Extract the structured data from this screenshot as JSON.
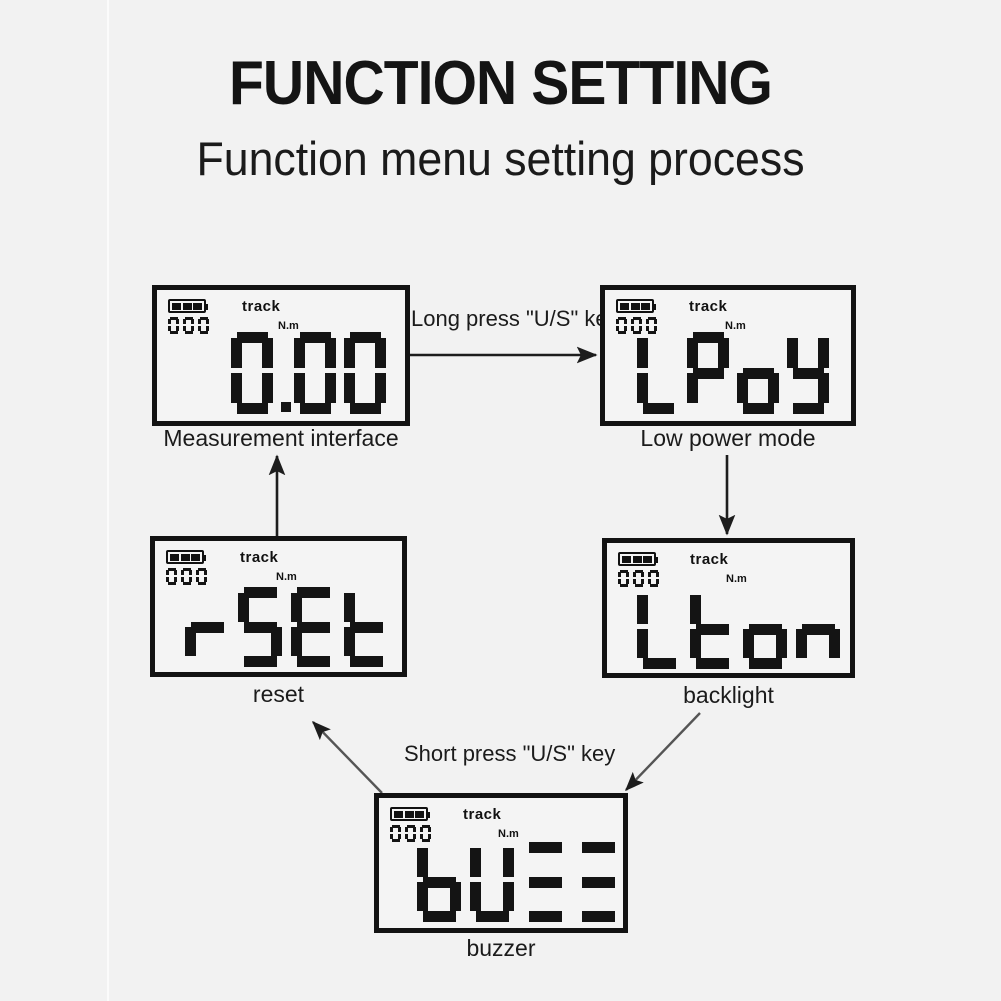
{
  "header": {
    "title": "FUNCTION SETTING",
    "subtitle": "Function menu setting process"
  },
  "chart_data": {
    "type": "diagram",
    "title": "FUNCTION SETTING",
    "subtitle": "Function menu setting process",
    "nodes": [
      {
        "id": "measure",
        "display": "0.00",
        "caption": "Measurement interface"
      },
      {
        "id": "lowpower",
        "display": "LPoY",
        "caption": "Low power mode"
      },
      {
        "id": "backlight",
        "display": "Lton",
        "caption": "backlight"
      },
      {
        "id": "buzzer",
        "display": "bUZZ",
        "caption": "buzzer"
      },
      {
        "id": "reset",
        "display": "rSEt",
        "caption": "reset"
      }
    ],
    "edges": [
      {
        "from": "measure",
        "to": "lowpower",
        "label": "Long press \"U/S\" key"
      },
      {
        "from": "lowpower",
        "to": "backlight",
        "label": ""
      },
      {
        "from": "backlight",
        "to": "buzzer",
        "label": "Short press \"U/S\" key"
      },
      {
        "from": "buzzer",
        "to": "reset",
        "label": ""
      },
      {
        "from": "reset",
        "to": "measure",
        "label": ""
      }
    ]
  },
  "panels": [
    {
      "name": "measurement-interface",
      "track_label": "track",
      "unit_label": "N.m",
      "battery_bars": 3,
      "mini_digits": "000",
      "value": "0.00",
      "caption": "Measurement interface"
    },
    {
      "name": "low-power-mode",
      "track_label": "track",
      "unit_label": "N.m",
      "battery_bars": 3,
      "mini_digits": "000",
      "value": "LPoY",
      "caption": "Low power mode"
    },
    {
      "name": "reset",
      "track_label": "track",
      "unit_label": "N.m",
      "battery_bars": 3,
      "mini_digits": "000",
      "value": "rSEt",
      "caption": "reset"
    },
    {
      "name": "backlight",
      "track_label": "track",
      "unit_label": "N.m",
      "battery_bars": 3,
      "mini_digits": "000",
      "value": "Lton",
      "caption": "backlight"
    },
    {
      "name": "buzzer",
      "track_label": "track",
      "unit_label": "N.m",
      "battery_bars": 3,
      "mini_digits": "000",
      "value": "bUZZ",
      "caption": "buzzer"
    }
  ],
  "arrows": {
    "long_press_label": "Long press \"U/S\" key",
    "short_press_label": "Short press \"U/S\" key"
  },
  "colors": {
    "background": "#f2f2f2",
    "ink": "#141414",
    "lcd_face": "#f4f4f4"
  }
}
